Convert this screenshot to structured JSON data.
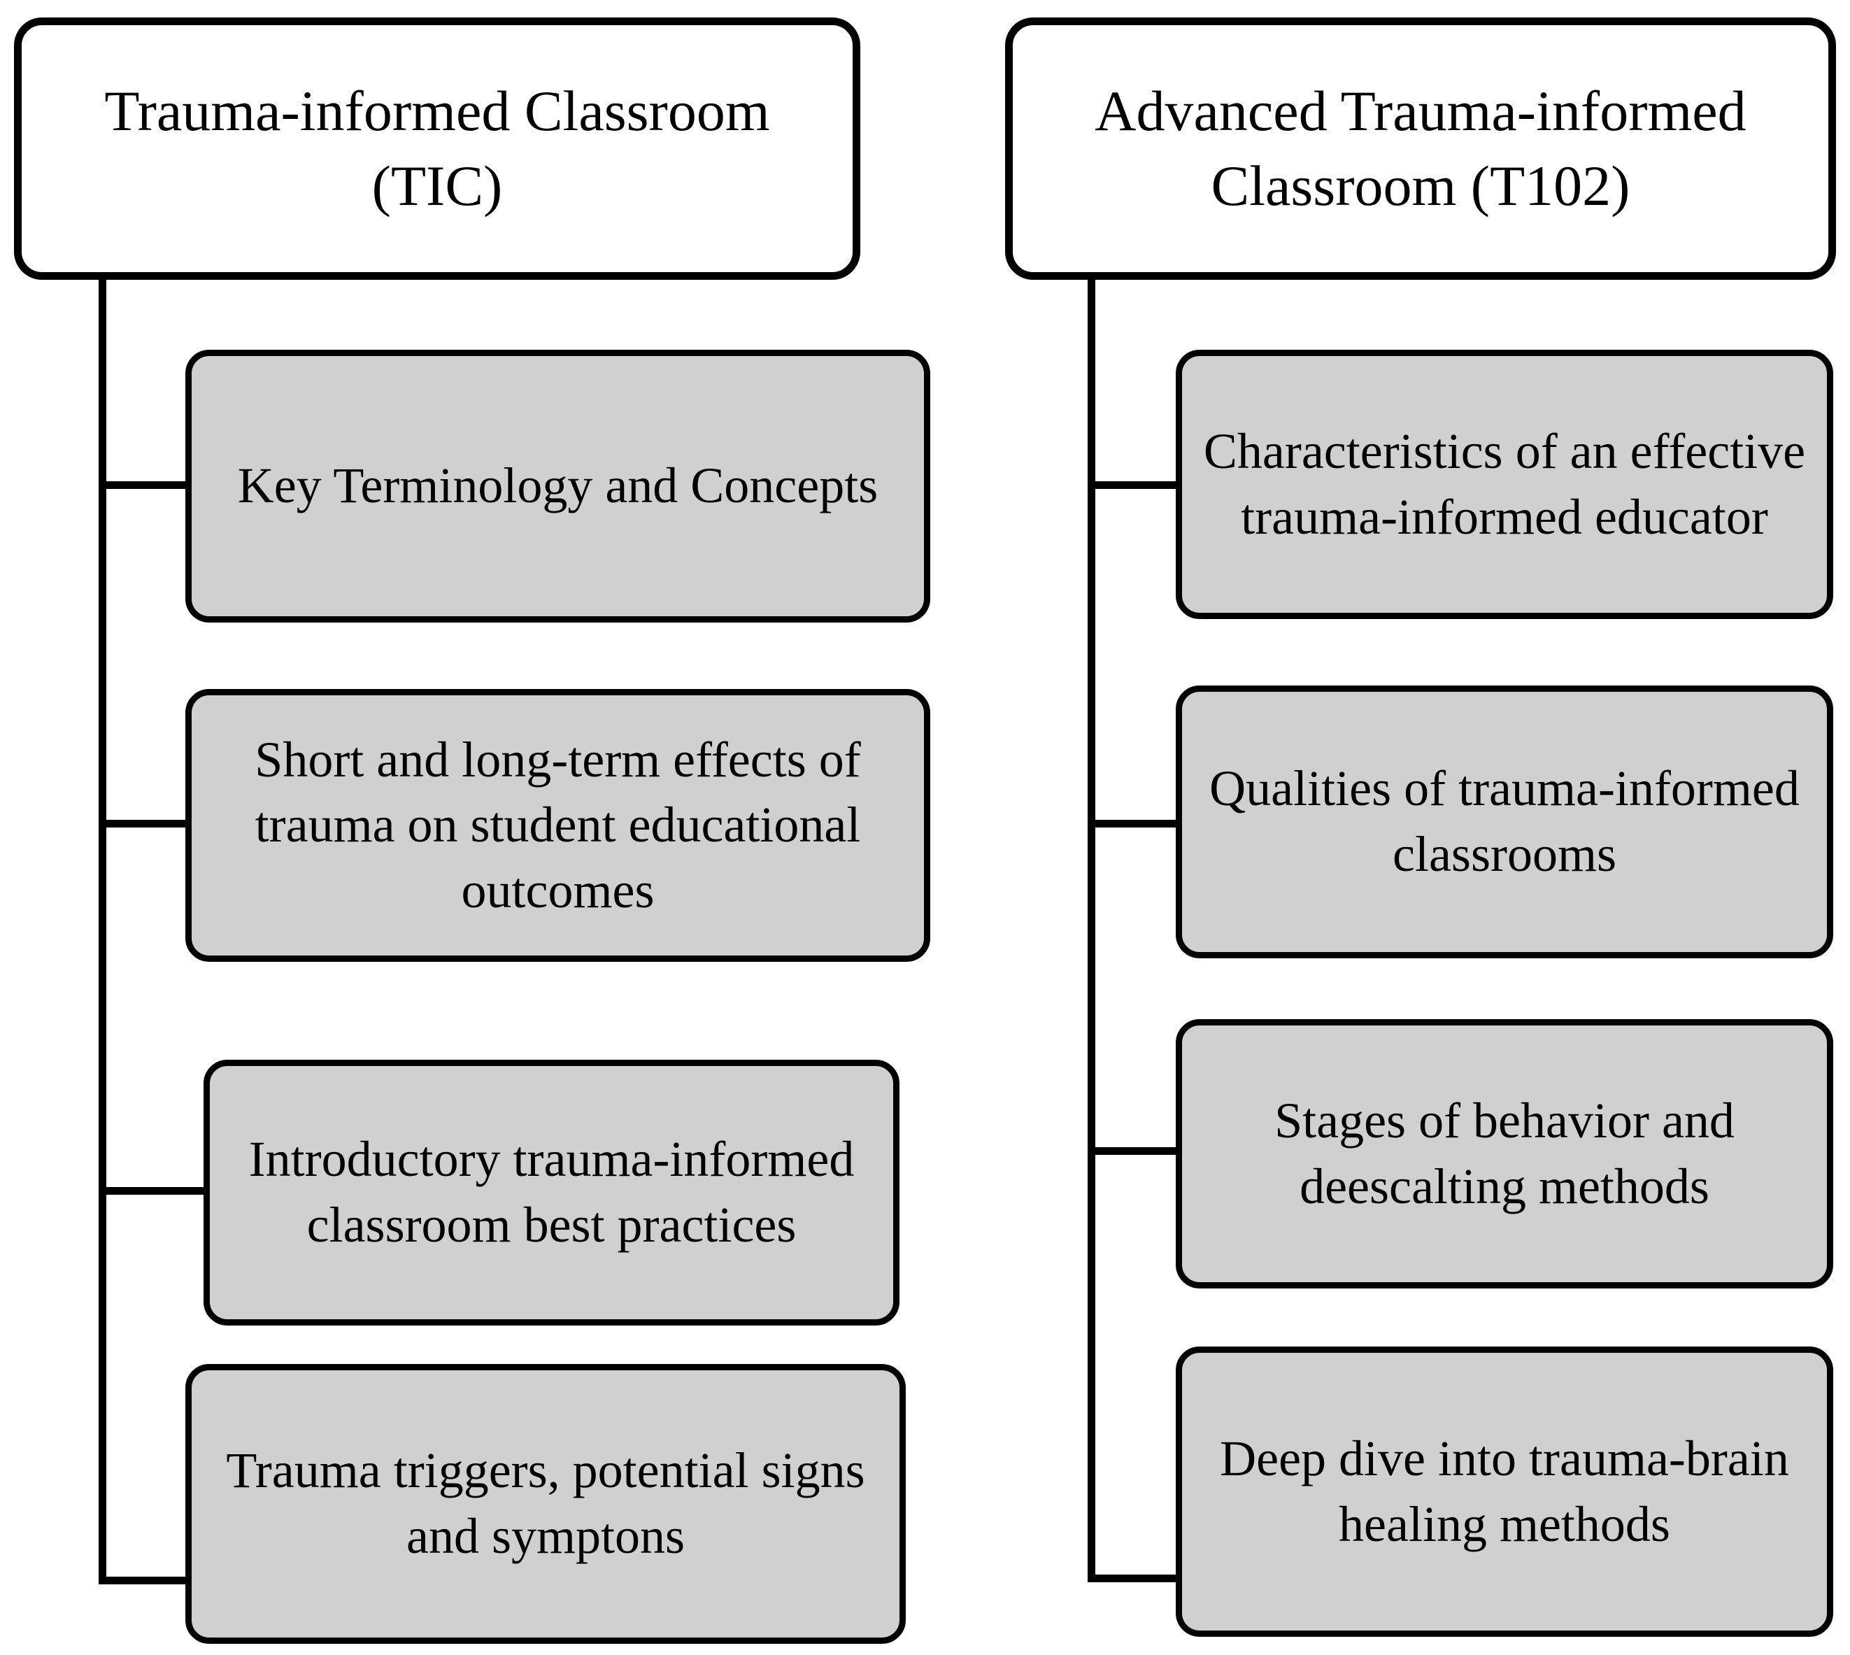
{
  "diagram": {
    "type": "two-column-tree",
    "background_color": "#ffffff",
    "node_fill_header": "#ffffff",
    "node_fill_child": "#d0d0d0",
    "stroke_color": "#000000",
    "columns": [
      {
        "id": "tic",
        "header": "Trauma-informed Classroom (TIC)",
        "children": [
          "Key Terminology and Concepts",
          "Short and long-term effects of trauma on student educational outcomes",
          "Introductory trauma-informed classroom best practices",
          "Trauma triggers, potential signs and symptons"
        ]
      },
      {
        "id": "t102",
        "header": "Advanced Trauma-informed Classroom (T102)",
        "children": [
          "Characteristics of an effective trauma-informed educator",
          "Qualities of trauma-informed classrooms",
          "Stages of behavior and deescalting methods",
          "Deep dive into trauma-brain healing methods"
        ]
      }
    ]
  }
}
